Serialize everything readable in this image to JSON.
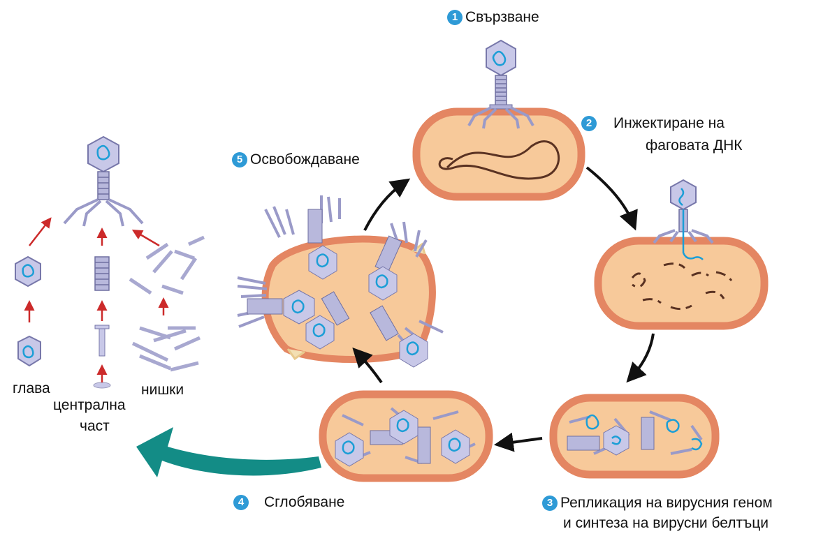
{
  "colors": {
    "cell_fill": "#f7c99a",
    "cell_wall": "#e48662",
    "dna": "#5a3222",
    "phage_body": "#c4c4e4",
    "phage_dna": "#1c9ed6",
    "badge": "#2e9ad6",
    "big_arrow": "#138c86",
    "red_arrow": "#cc2a2a"
  },
  "steps": [
    {
      "number": "1",
      "label": "Свързване"
    },
    {
      "number": "2",
      "label_line1": "Инжектиране на",
      "label_line2": "фаговата ДНК"
    },
    {
      "number": "3",
      "label_line1": "Репликация на вирусния геном",
      "label_line2": "и синтеза на вирусни белтъци"
    },
    {
      "number": "4",
      "label": "Сглобяване"
    },
    {
      "number": "5",
      "label": "Освобождаване"
    }
  ],
  "parts": {
    "head": "глава",
    "core_line1": "централна",
    "core_line2": "част",
    "fibers": "нишки"
  }
}
